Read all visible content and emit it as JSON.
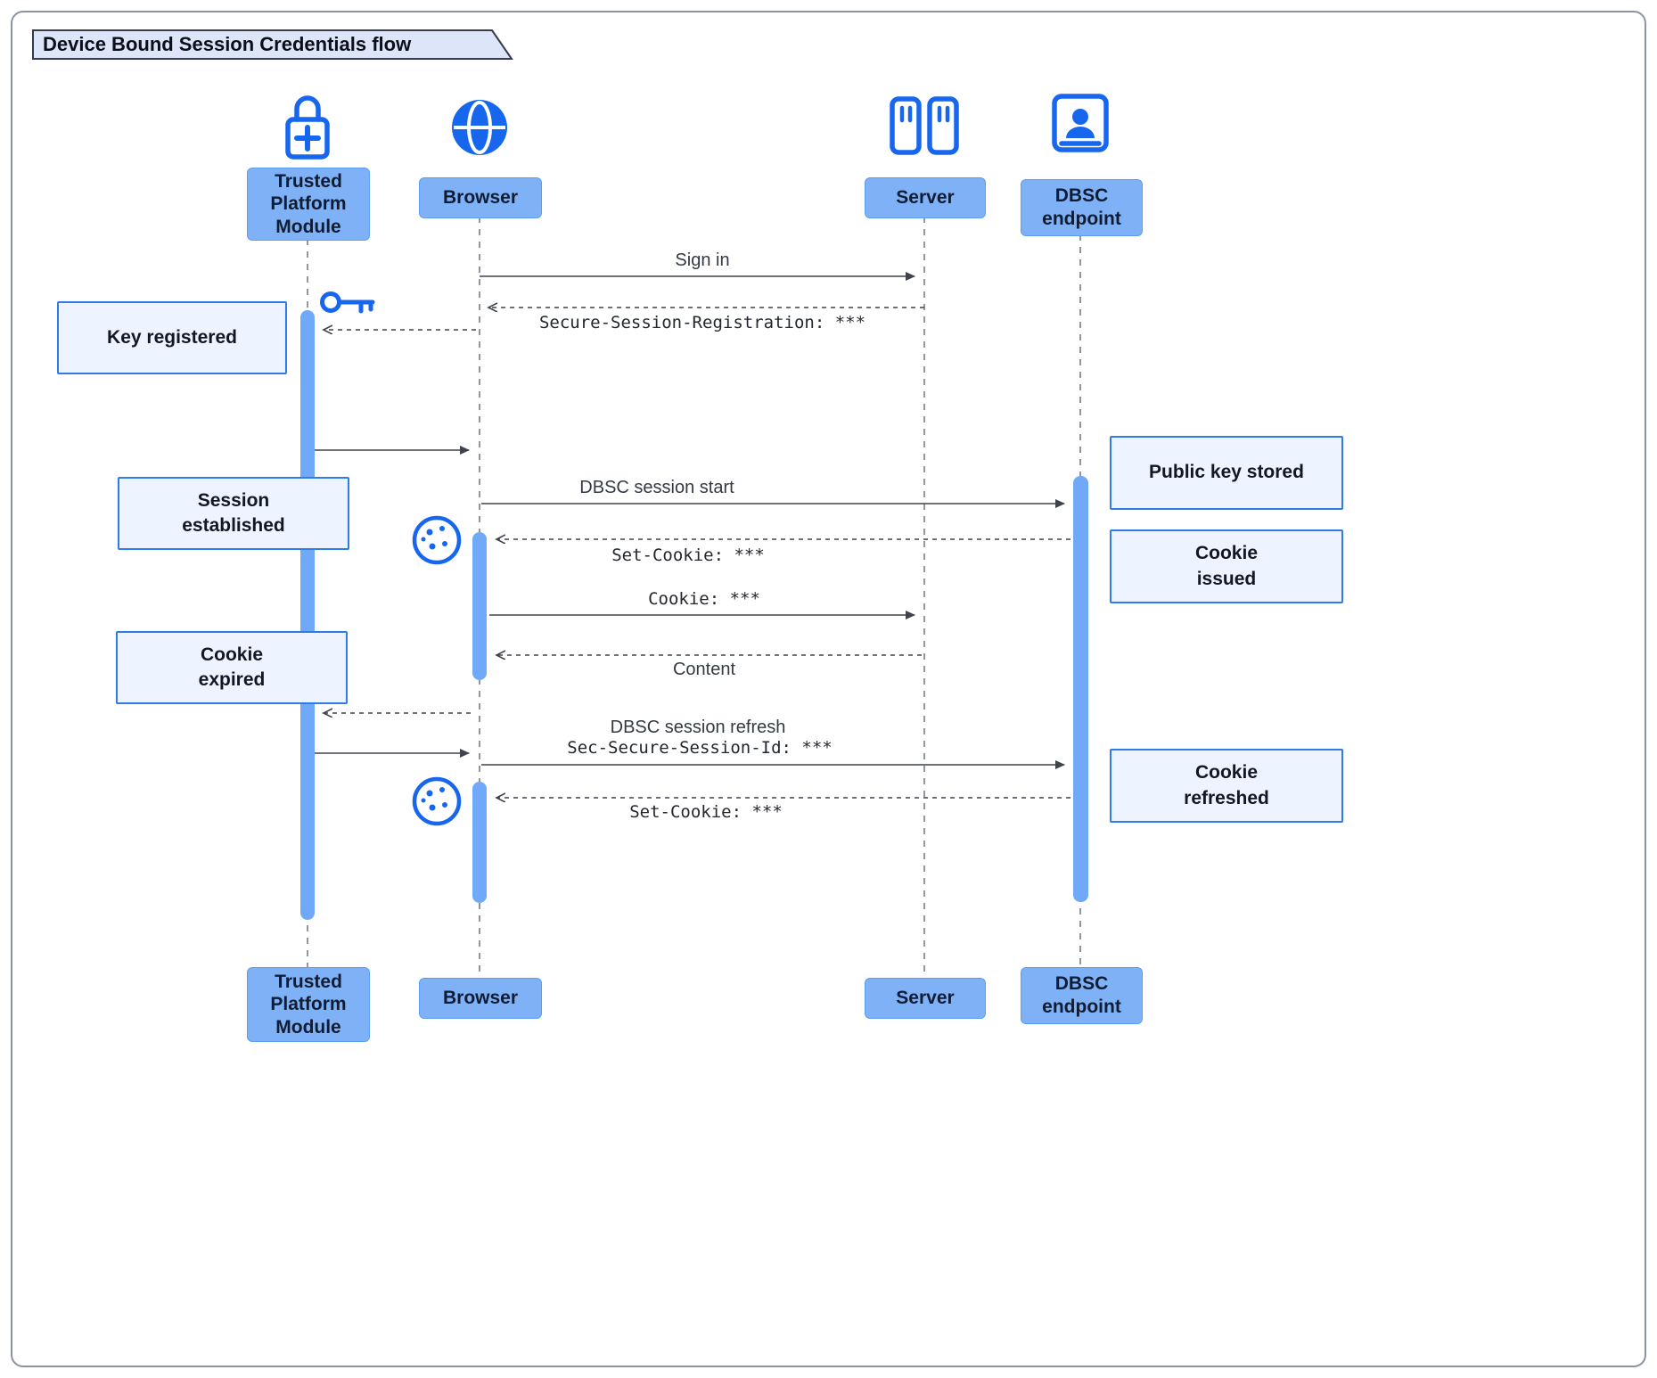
{
  "title": "Device Bound Session Credentials flow",
  "colors": {
    "accent_blue": "#1766ee",
    "actor_fill": "#7fb1f7",
    "note_fill": "#edf4ff",
    "note_border": "#2e7ce9",
    "activation_fill": "#70a9f7",
    "arrow": "#3f434b",
    "lifeline": "#6e7480",
    "frame_border": "#8b93a3",
    "title_fill": "#dce6f8"
  },
  "actors": {
    "tpm": {
      "label": "Trusted\nPlatform\nModule",
      "icon": "lock-plus-icon"
    },
    "browser": {
      "label": "Browser",
      "icon": "globe-icon"
    },
    "server": {
      "label": "Server",
      "icon": "server-icon"
    },
    "dbsc": {
      "label": "DBSC\nendpoint",
      "icon": "person-badge-icon"
    }
  },
  "messages": {
    "sign_in": "Sign in",
    "registration": "Secure-Session-Registration: ***",
    "session_start": "DBSC session start",
    "set_cookie_1": "Set-Cookie: ***",
    "cookie": "Cookie: ***",
    "content": "Content",
    "refresh": "DBSC session refresh",
    "refresh_id": "Sec-Secure-Session-Id: ***",
    "set_cookie_2": "Set-Cookie: ***"
  },
  "notes": {
    "key_registered": "Key registered",
    "session_established": "Session\nestablished",
    "cookie_expired": "Cookie\nexpired",
    "public_key_stored": "Public key stored",
    "cookie_issued": "Cookie\nissued",
    "cookie_refreshed": "Cookie\nrefreshed"
  },
  "icons": {
    "key": "key-icon",
    "cookie": "cookie-icon"
  }
}
